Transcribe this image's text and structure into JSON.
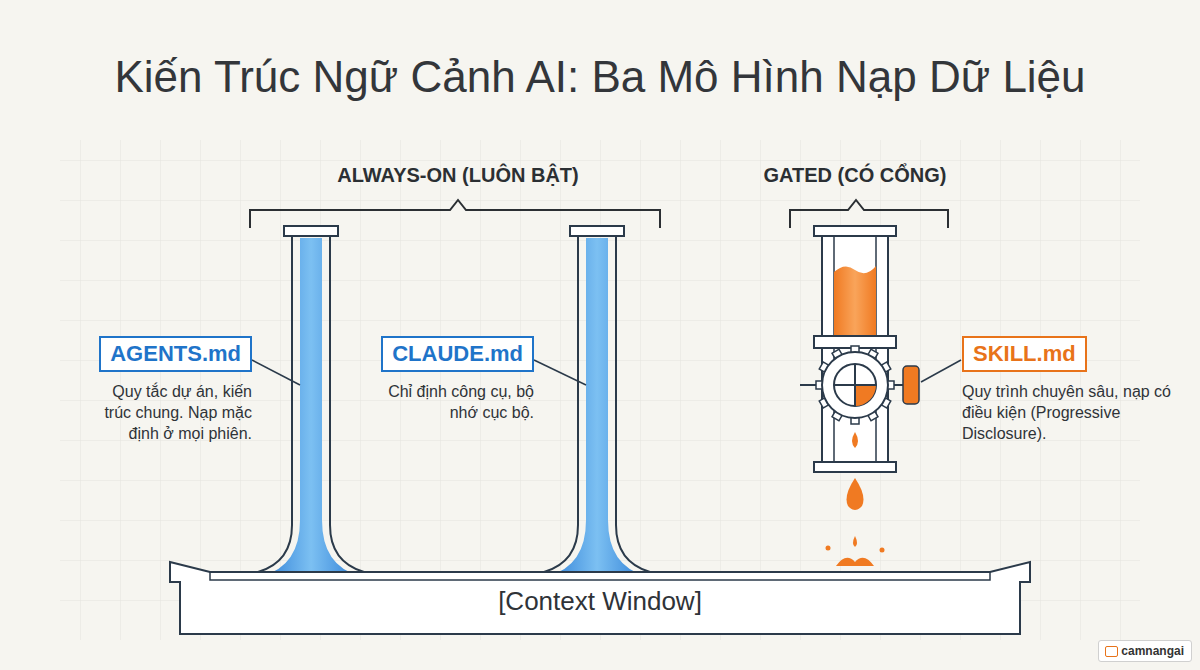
{
  "diagram": {
    "title": "Kiến Trúc Ngữ Cảnh AI: Ba Mô Hình Nạp Dữ Liệu",
    "nodes": [
      {
        "text": [
          "AGENTS.md",
          "Quy tắc dự án, kiến trúc chung. Nạp mặc định ở mọi phiên."
        ]
      },
      {
        "text": [
          "CLAUDE.md",
          "Chỉ định công cụ, bộ nhớ cục bộ."
        ]
      },
      {
        "text": [
          "SKILL.md",
          "Quy trình chuyên sâu, nạp có điều kiện (Progressive Disclosure)."
        ]
      },
      {
        "text": [
          "[Context Window]"
        ]
      }
    ],
    "labels": [
      "ALWAYS-ON (LUÔN BẬT)",
      "GATED (CÓ CỔNG)",
      "camnangai"
    ]
  }
}
